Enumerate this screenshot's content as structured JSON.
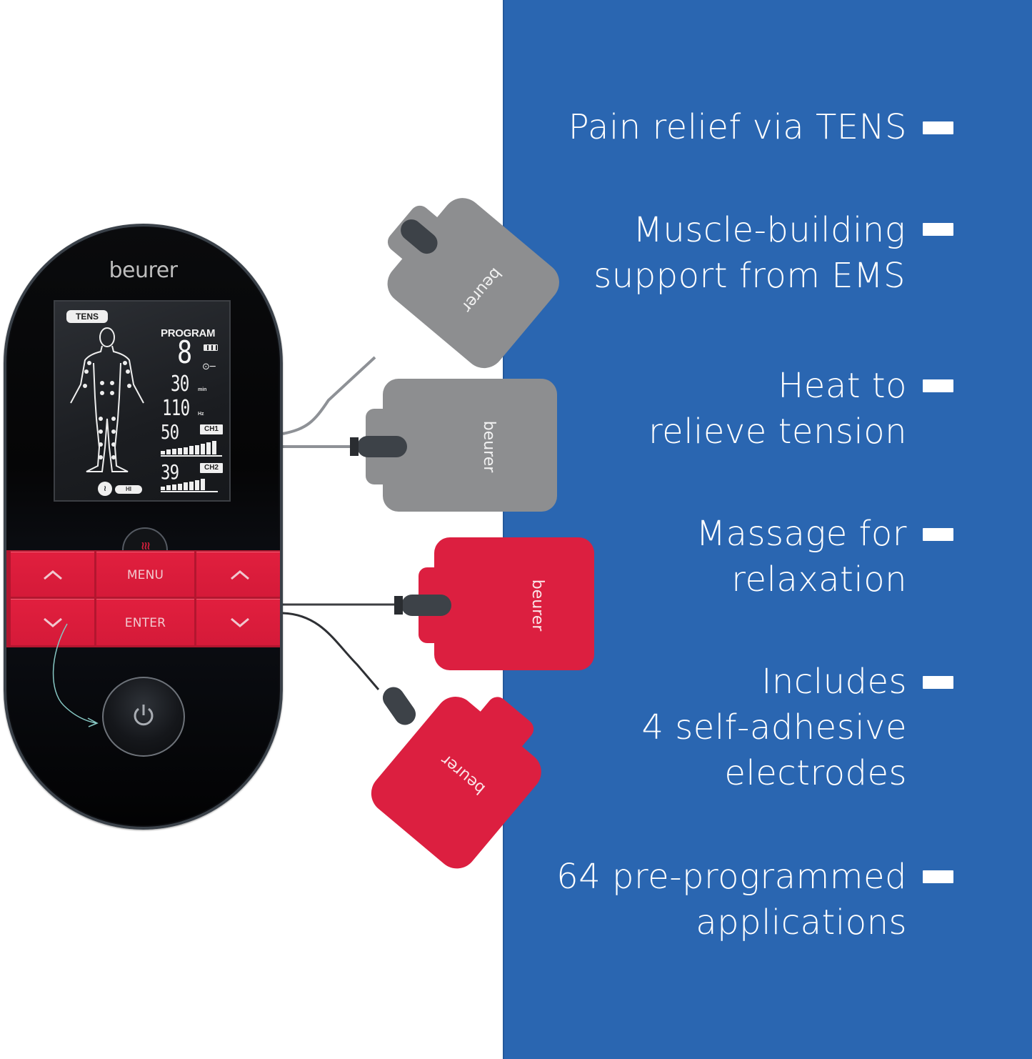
{
  "device": {
    "brand": "beurer",
    "lcd": {
      "mode_badge": "TENS",
      "program_label": "PROGRAM",
      "program_value": "8",
      "time_value": "30",
      "time_unit": "min",
      "frequency_value": "110",
      "frequency_unit": "Hz",
      "channel1": {
        "label": "CH1",
        "intensity": "50",
        "bars": 10
      },
      "channel2": {
        "label": "CH2",
        "intensity": "39",
        "bars": 8
      },
      "heat_level": "HI"
    },
    "buttons": {
      "left_up": "^",
      "menu": "MENU",
      "right_up": "^",
      "left_down": "v",
      "enter": "ENTER",
      "right_down": "v"
    },
    "icons": {
      "heat": "heat-waves-icon",
      "power": "power-icon",
      "key": "key-lock-icon",
      "battery": "battery-icon"
    }
  },
  "electrodes": [
    {
      "color": "gray",
      "label": "beurer"
    },
    {
      "color": "gray",
      "label": "beurer"
    },
    {
      "color": "red",
      "label": "beurer"
    },
    {
      "color": "red",
      "label": "beurer"
    }
  ],
  "features": [
    {
      "lines": [
        "Pain relief via TENS"
      ]
    },
    {
      "lines": [
        "Muscle-building",
        "support from EMS"
      ]
    },
    {
      "lines": [
        "Heat to",
        "relieve tension"
      ]
    },
    {
      "lines": [
        "Massage for",
        "relaxation"
      ]
    },
    {
      "lines": [
        "Includes",
        "4 self-adhesive",
        "electrodes"
      ]
    },
    {
      "lines": [
        "64 pre-programmed",
        "applications"
      ]
    }
  ],
  "colors": {
    "panel_blue": "#2a66b1",
    "button_red": "#dc1d3c",
    "electrode_gray": "#8c8d8f",
    "electrode_red": "#dc1f40",
    "device_black": "#050506"
  }
}
